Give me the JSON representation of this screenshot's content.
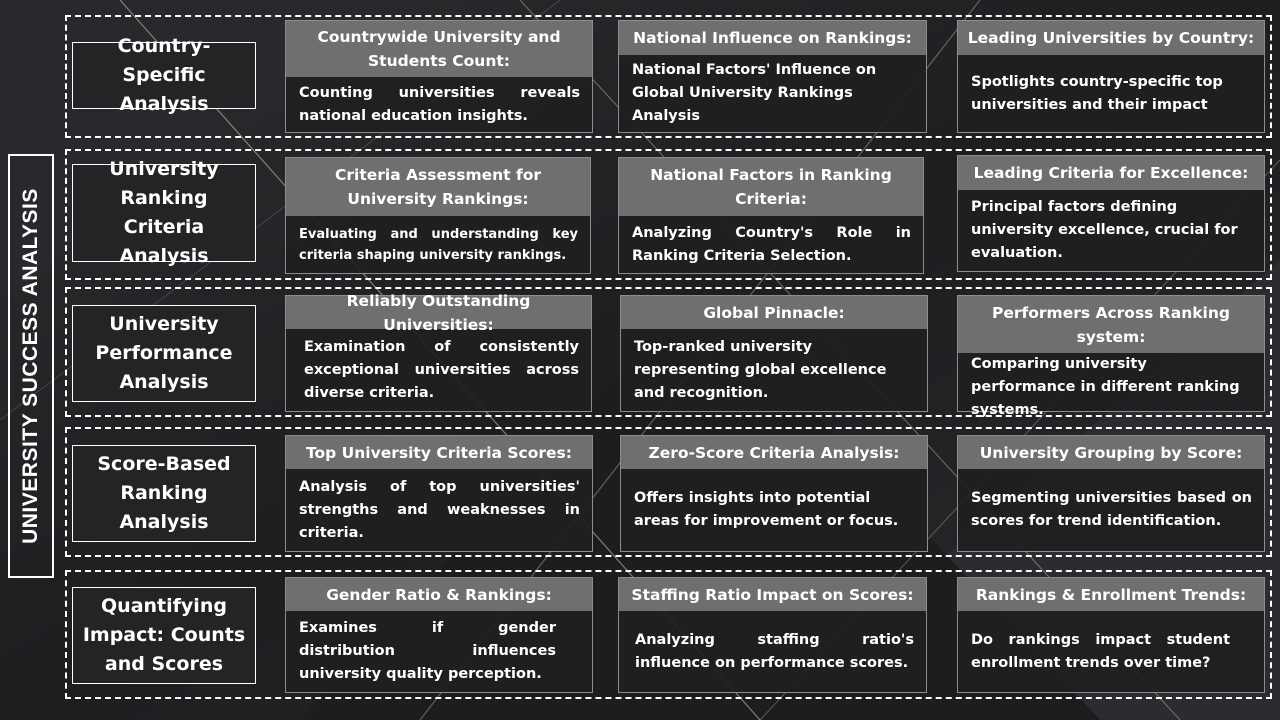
{
  "title": "UNIVERSITY SUCCESS ANALYSIS",
  "rows": [
    {
      "label": "Country-Specific Analysis",
      "cards": [
        {
          "title": "Countrywide University and Students Count:",
          "text": "Counting universities reveals national education insights."
        },
        {
          "title": "National Influence on Rankings:",
          "text": "National Factors' Influence on Global University Rankings Analysis"
        },
        {
          "title": "Leading Universities by Country:",
          "text": "Spotlights country-specific top universities and their impact"
        }
      ]
    },
    {
      "label": "University Ranking Criteria Analysis",
      "cards": [
        {
          "title": "Criteria Assessment for University Rankings:",
          "text": "Evaluating and understanding key criteria shaping university rankings."
        },
        {
          "title": "National Factors in Ranking Criteria:",
          "text": "Analyzing Country's Role in Ranking Criteria Selection."
        },
        {
          "title": "Leading Criteria for Excellence:",
          "text": "Principal factors defining university excellence, crucial for evaluation."
        }
      ]
    },
    {
      "label": "University Performance Analysis",
      "cards": [
        {
          "title": "Reliably Outstanding Universities:",
          "text": "Examination of consistently exceptional universities across diverse criteria."
        },
        {
          "title": "Global Pinnacle:",
          "text": "Top-ranked university representing global excellence and recognition."
        },
        {
          "title": "Performers Across Ranking system:",
          "text": "Comparing university performance in different ranking systems."
        }
      ]
    },
    {
      "label": "Score-Based Ranking Analysis",
      "cards": [
        {
          "title": "Top University Criteria Scores:",
          "text": "Analysis of top universities' strengths and weaknesses in criteria."
        },
        {
          "title": "Zero-Score Criteria Analysis:",
          "text": "Offers insights into potential areas for improvement or focus."
        },
        {
          "title": "University Grouping by Score:",
          "text": "Segmenting universities based on scores for trend identification."
        }
      ]
    },
    {
      "label": "Quantifying Impact: Counts and Scores",
      "cards": [
        {
          "title": "Gender Ratio & Rankings:",
          "text": "Examines if gender distribution influences university quality perception."
        },
        {
          "title": "Staffing Ratio Impact on Scores:",
          "text": "Analyzing staffing ratio's influence on performance scores."
        },
        {
          "title": "Rankings & Enrollment Trends:",
          "text": "Do rankings impact student enrollment trends over time?"
        }
      ]
    }
  ]
}
